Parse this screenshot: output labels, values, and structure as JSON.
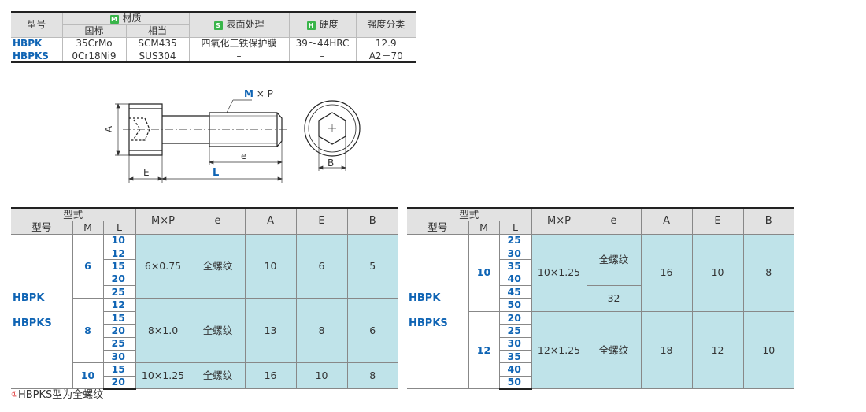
{
  "material_table": {
    "headers": {
      "model": "型号",
      "material": "材质",
      "material_badge": "M",
      "national": "国标",
      "equivalent": "相当",
      "surface": "表面处理",
      "surface_badge": "S",
      "hardness": "硬度",
      "hardness_badge": "H",
      "strength": "强度分类"
    },
    "rows": [
      {
        "model": "HBPK",
        "national": "35CrMo",
        "equivalent": "SCM435",
        "surface": "四氧化三铁保护膜",
        "hardness": "39～44HRC",
        "strength": "12.9"
      },
      {
        "model": "HBPKS",
        "national": "0Cr18Ni9",
        "equivalent": "SUS304",
        "surface": "–",
        "hardness": "–",
        "strength": "A2－70"
      }
    ]
  },
  "drawing": {
    "label_mp": "M×P",
    "label_a": "A",
    "label_e_small": "E",
    "label_l": "L",
    "label_e_thread": "e",
    "label_b": "B"
  },
  "spec_headers": {
    "form": "型式",
    "model": "型号",
    "m": "M",
    "l": "L",
    "mp": "M×P",
    "e": "e",
    "a": "A",
    "E": "E",
    "b": "B"
  },
  "spec_left": {
    "model_1": "HBPK",
    "model_2": "HBPKS",
    "groups": [
      {
        "m": "6",
        "l": [
          "10",
          "12",
          "15",
          "20",
          "25"
        ],
        "mp": "6×0.75",
        "e": "全螺纹",
        "a": "10",
        "E": "6",
        "b": "5"
      },
      {
        "m": "8",
        "l": [
          "12",
          "15",
          "20",
          "25",
          "30"
        ],
        "mp": "8×1.0",
        "e": "全螺纹",
        "a": "13",
        "E": "8",
        "b": "6"
      },
      {
        "m": "10",
        "l": [
          "15",
          "20"
        ],
        "mp": "10×1.25",
        "e": "全螺纹",
        "a": "16",
        "E": "10",
        "b": "8"
      }
    ]
  },
  "spec_right": {
    "model_1": "HBPK",
    "model_2": "HBPKS",
    "groups": [
      {
        "m": "10",
        "l": [
          "25",
          "30",
          "35",
          "40",
          "45",
          "50"
        ],
        "mp": "10×1.25",
        "e_a": "全螺纹",
        "e_b": "32",
        "a": "16",
        "E": "10",
        "b": "8"
      },
      {
        "m": "12",
        "l": [
          "20",
          "25",
          "30",
          "35",
          "40",
          "50"
        ],
        "mp": "12×1.25",
        "e": "全螺纹",
        "a": "18",
        "E": "12",
        "b": "10"
      }
    ]
  },
  "footnote": {
    "mark": "①",
    "text": "HBPKS型为全螺纹"
  }
}
